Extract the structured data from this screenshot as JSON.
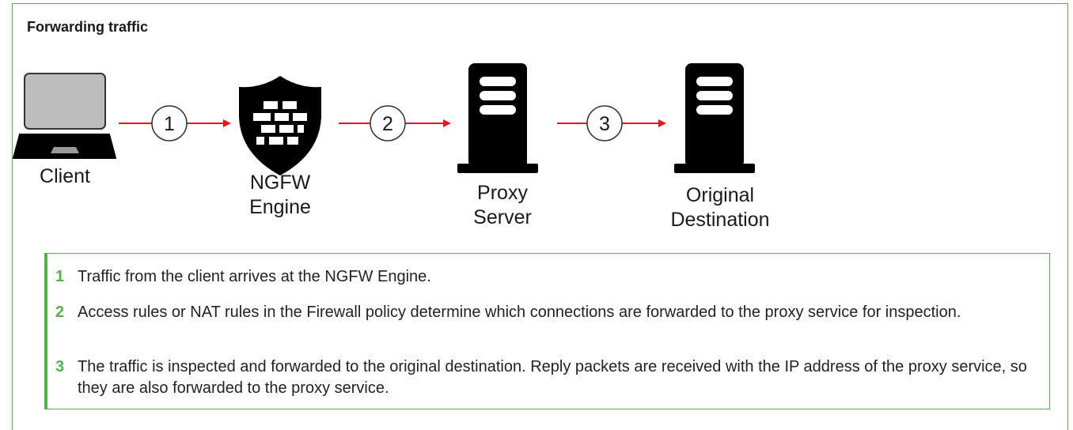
{
  "title": "Forwarding traffic",
  "nodes": {
    "client": "Client",
    "ngfw": "NGFW\nEngine",
    "proxy": "Proxy\nServer",
    "destination": "Original\nDestination"
  },
  "arrows": [
    {
      "number": "1"
    },
    {
      "number": "2"
    },
    {
      "number": "3"
    }
  ],
  "steps": [
    {
      "number": "1",
      "text": "Traffic from the client arrives at the NGFW Engine."
    },
    {
      "number": "2",
      "text": "Access rules or NAT rules in the Firewall policy determine which connections are forwarded to the proxy service for inspection."
    },
    {
      "number": "3",
      "text": "The traffic is inspected and forwarded to the original destination. Reply packets are received with the IP address of the proxy service, so they are also forwarded to the proxy service."
    }
  ],
  "colors": {
    "accent": "#55b24a",
    "arrow": "#e8141b"
  }
}
